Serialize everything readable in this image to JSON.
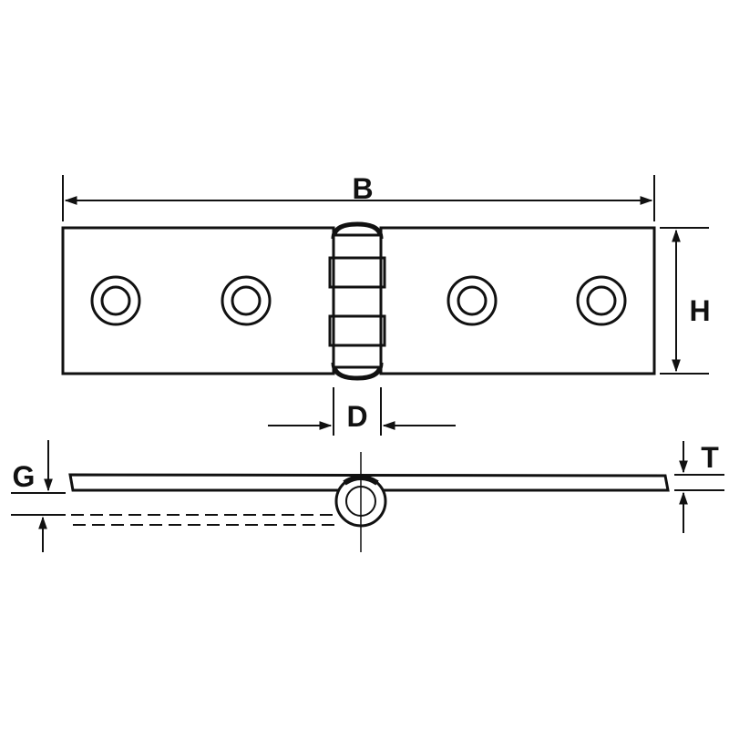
{
  "labels": {
    "B": "B",
    "H": "H",
    "D": "D",
    "G": "G",
    "T": "T"
  },
  "colors": {
    "stroke": "#111111",
    "background": "#ffffff"
  }
}
